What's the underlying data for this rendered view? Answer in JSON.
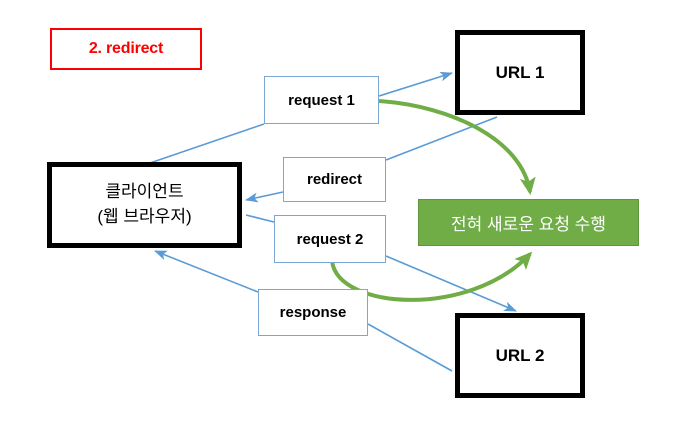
{
  "diagram": {
    "title_box": {
      "label": "2. redirect",
      "color": "#FF0000"
    },
    "nodes": {
      "client": {
        "line1": "클라이언트",
        "line2": "(웹 브라우저)"
      },
      "url1": {
        "label": "URL 1"
      },
      "url2": {
        "label": "URL 2"
      },
      "request1": {
        "label": "request 1"
      },
      "redirect": {
        "label": "redirect"
      },
      "request2": {
        "label": "request 2"
      },
      "response": {
        "label": "response"
      },
      "new_request": {
        "label": "전혀 새로운 요청 수행",
        "color": "#70AD47"
      }
    },
    "edges": [
      {
        "name": "client-to-url1",
        "from": "client",
        "to": "url1",
        "via": "request 1",
        "color": "#5B9BD5"
      },
      {
        "name": "url1-to-client",
        "from": "url1",
        "to": "client",
        "via": "redirect",
        "color": "#5B9BD5"
      },
      {
        "name": "client-to-url2",
        "from": "client",
        "to": "url2",
        "via": "request 2",
        "color": "#5B9BD5"
      },
      {
        "name": "url2-to-client",
        "from": "url2",
        "to": "client",
        "via": "response",
        "color": "#5B9BD5"
      },
      {
        "name": "request1-to-new-request",
        "from": "request 1",
        "to": "전혀 새로운 요청 수행",
        "color": "#70AD47"
      },
      {
        "name": "request2-to-new-request",
        "from": "request 2",
        "to": "전혀 새로운 요청 수행",
        "color": "#70AD47"
      }
    ]
  }
}
